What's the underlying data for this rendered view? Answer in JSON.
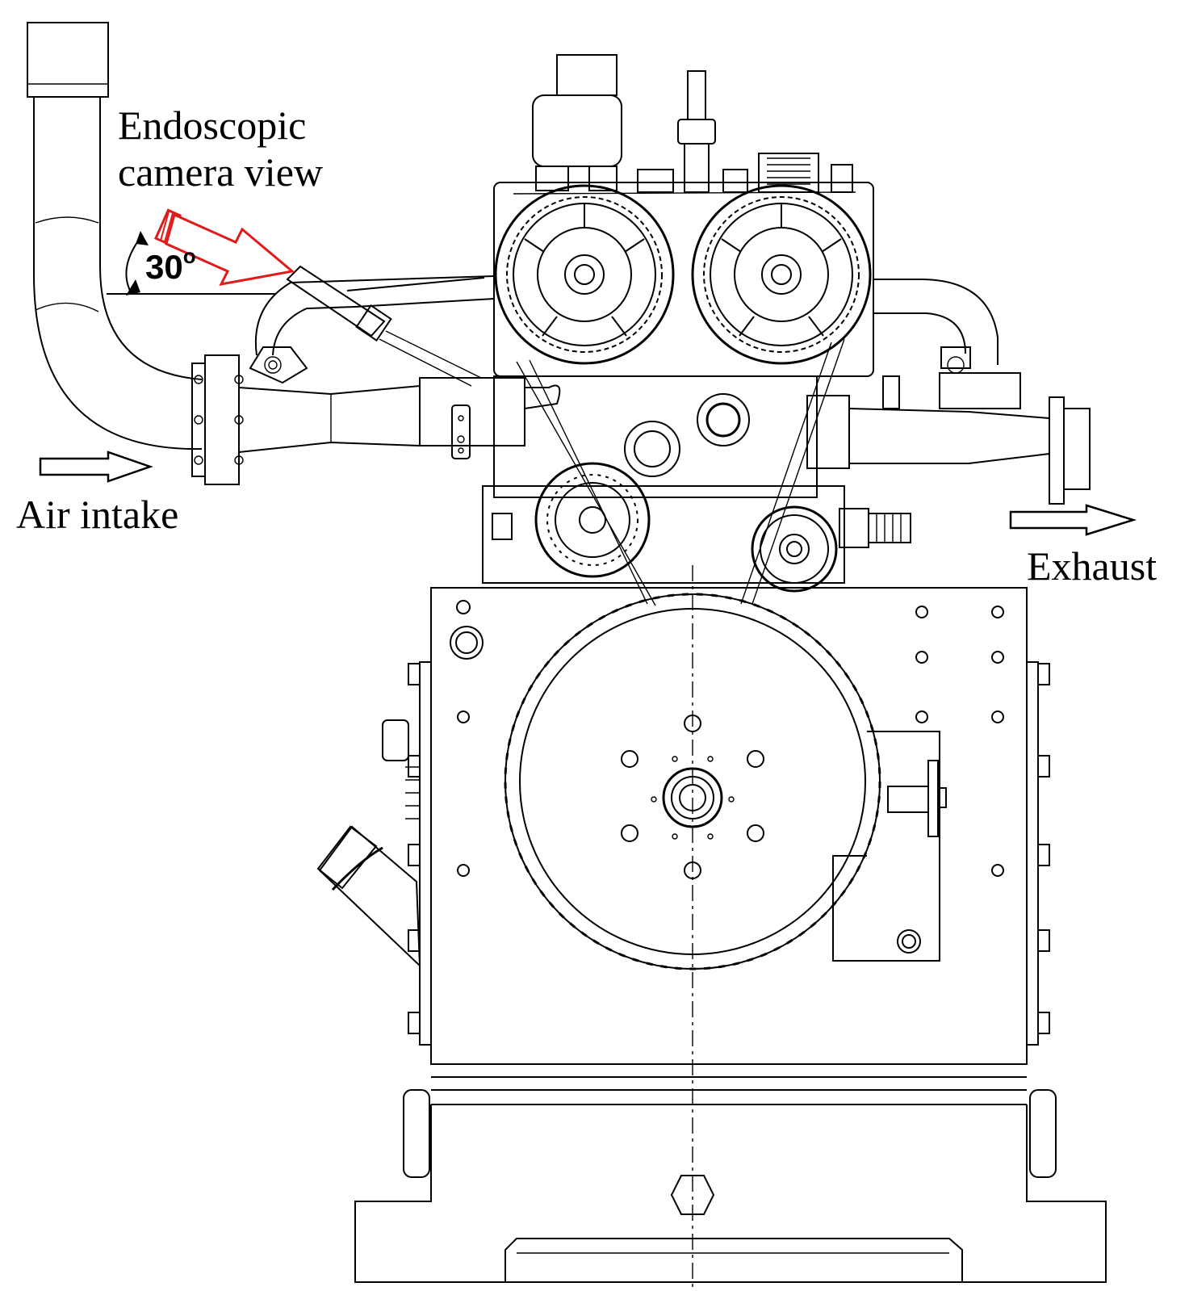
{
  "labels": {
    "camera_view_line1": "Endoscopic",
    "camera_view_line2": "camera view",
    "angle_value": "30",
    "angle_unit": "o",
    "air_intake": "Air intake",
    "exhaust": "Exhaust"
  },
  "colors": {
    "line_art": "#000000",
    "camera_marker": "#e01b1b",
    "background": "#ffffff"
  },
  "icons": {
    "camera": "endoscope-camera-icon",
    "intake_arrow": "right-arrow-outline",
    "exhaust_arrow": "right-arrow-outline"
  }
}
